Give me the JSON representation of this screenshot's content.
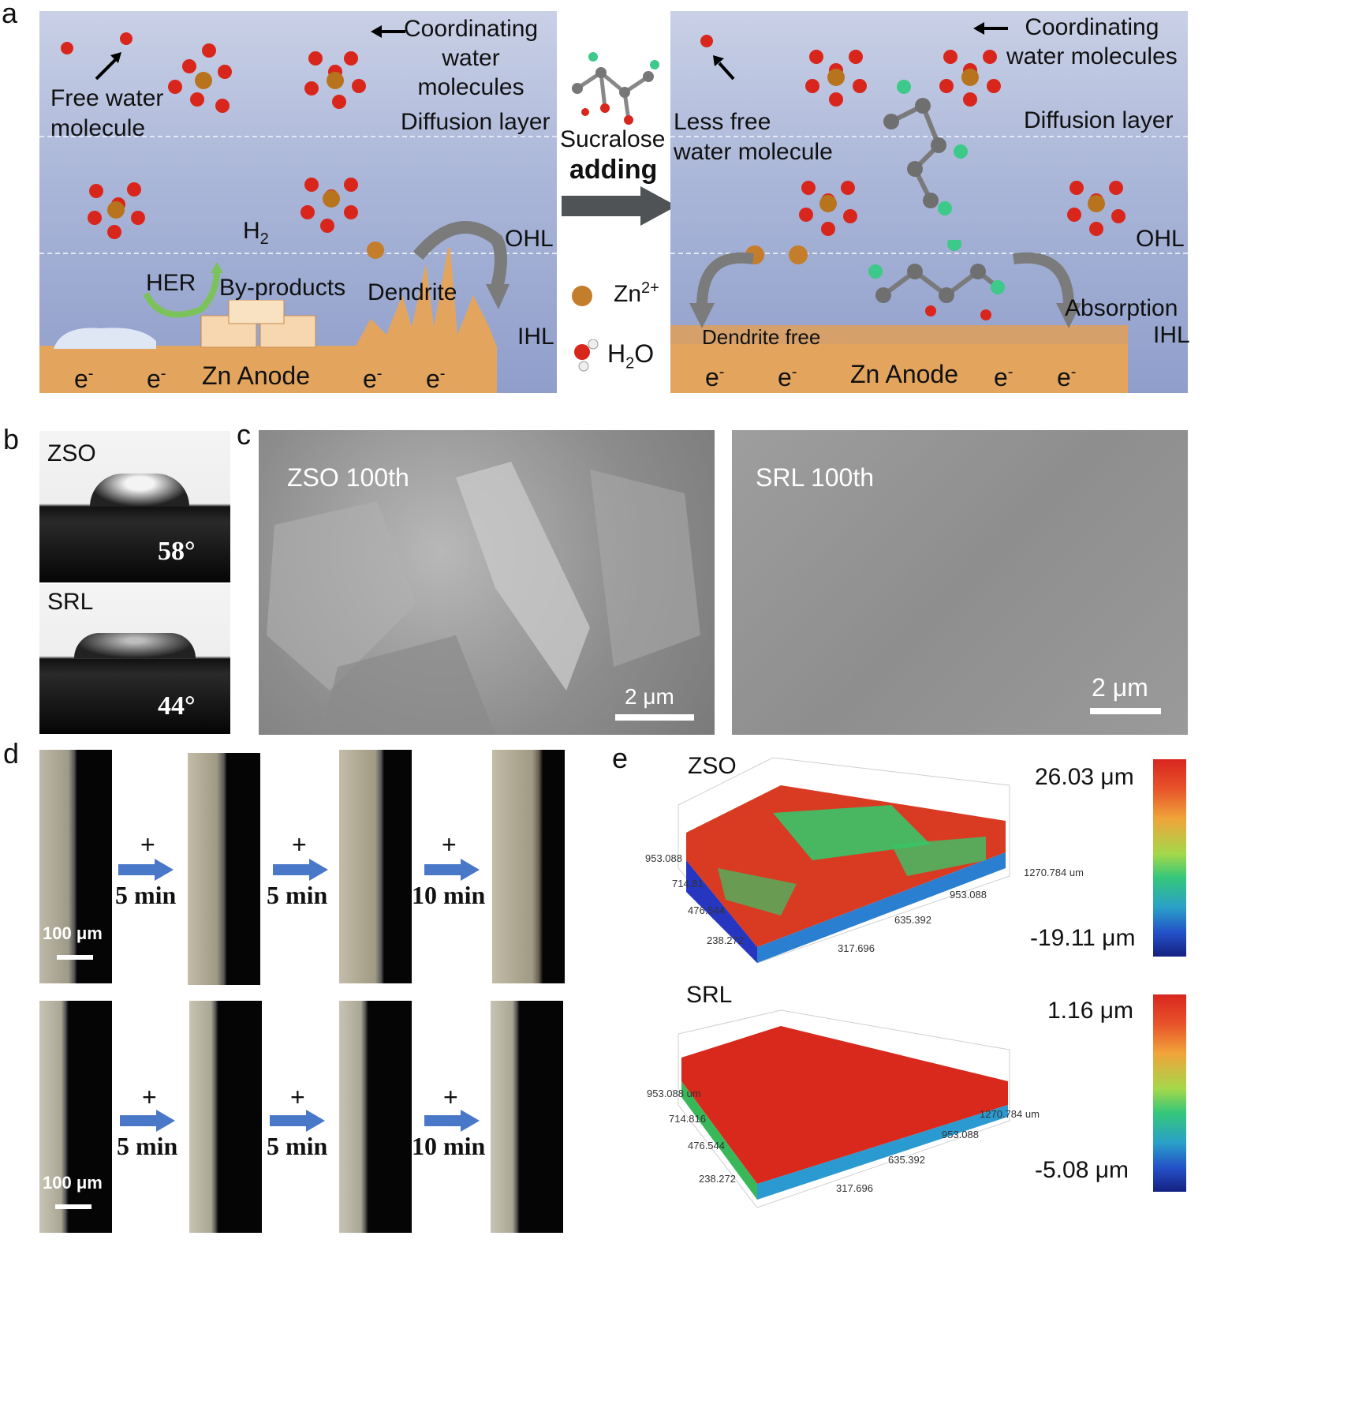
{
  "panel_a": {
    "label": "a",
    "left": {
      "free_water": "Free water\nmolecule",
      "coordinating": "Coordinating\nwater\nmolecules",
      "diffusion": "Diffusion layer",
      "h2": "H",
      "h2_sub": "2",
      "her": "HER",
      "byproducts": "By-products",
      "dendrite": "Dendrite",
      "ohl": "OHL",
      "ihl": "IHL",
      "anode": "Zn Anode",
      "electron": "e"
    },
    "middle": {
      "sucralose": "Sucralose",
      "adding": "adding",
      "zn_ion": "Zn",
      "zn_sup": "2+",
      "h2o": "H",
      "h2o_sub": "2",
      "h2o_end": "O"
    },
    "right": {
      "coordinating": "Coordinating\nwater molecules",
      "less_free": "Less free\nwater molecule",
      "diffusion": "Diffusion layer",
      "ohl": "OHL",
      "absorption": "Absorption",
      "ihl": "IHL",
      "dendrite_free": "Dendrite free",
      "anode": "Zn Anode",
      "electron": "e"
    }
  },
  "panel_b": {
    "label": "b",
    "top_name": "ZSO",
    "top_angle": "58°",
    "bottom_name": "SRL",
    "bottom_angle": "44°"
  },
  "panel_c": {
    "label": "c",
    "left_title": "ZSO 100th",
    "right_title": "SRL 100th",
    "scale": "2 μm"
  },
  "panel_d": {
    "label": "d",
    "scale": "100 μm",
    "plus": "+",
    "steps": [
      "5 min",
      "5 min",
      "10 min"
    ]
  },
  "panel_e": {
    "label": "e",
    "top": {
      "name": "ZSO",
      "max": "26.03 μm",
      "min": "-19.11 μm",
      "ticks_y": [
        "953.088",
        "714.81",
        "476.544",
        "238.272"
      ],
      "ticks_x": [
        "317.696",
        "635.392",
        "953.088",
        "1270.784 um"
      ]
    },
    "bottom": {
      "name": "SRL",
      "max": "1.16 μm",
      "min": "-5.08 μm",
      "ticks_y": [
        "953.088 um",
        "714.816",
        "476.544",
        "238.272"
      ],
      "ticks_x": [
        "317.696",
        "635.392",
        "953.088",
        "1270.784 um"
      ]
    }
  }
}
